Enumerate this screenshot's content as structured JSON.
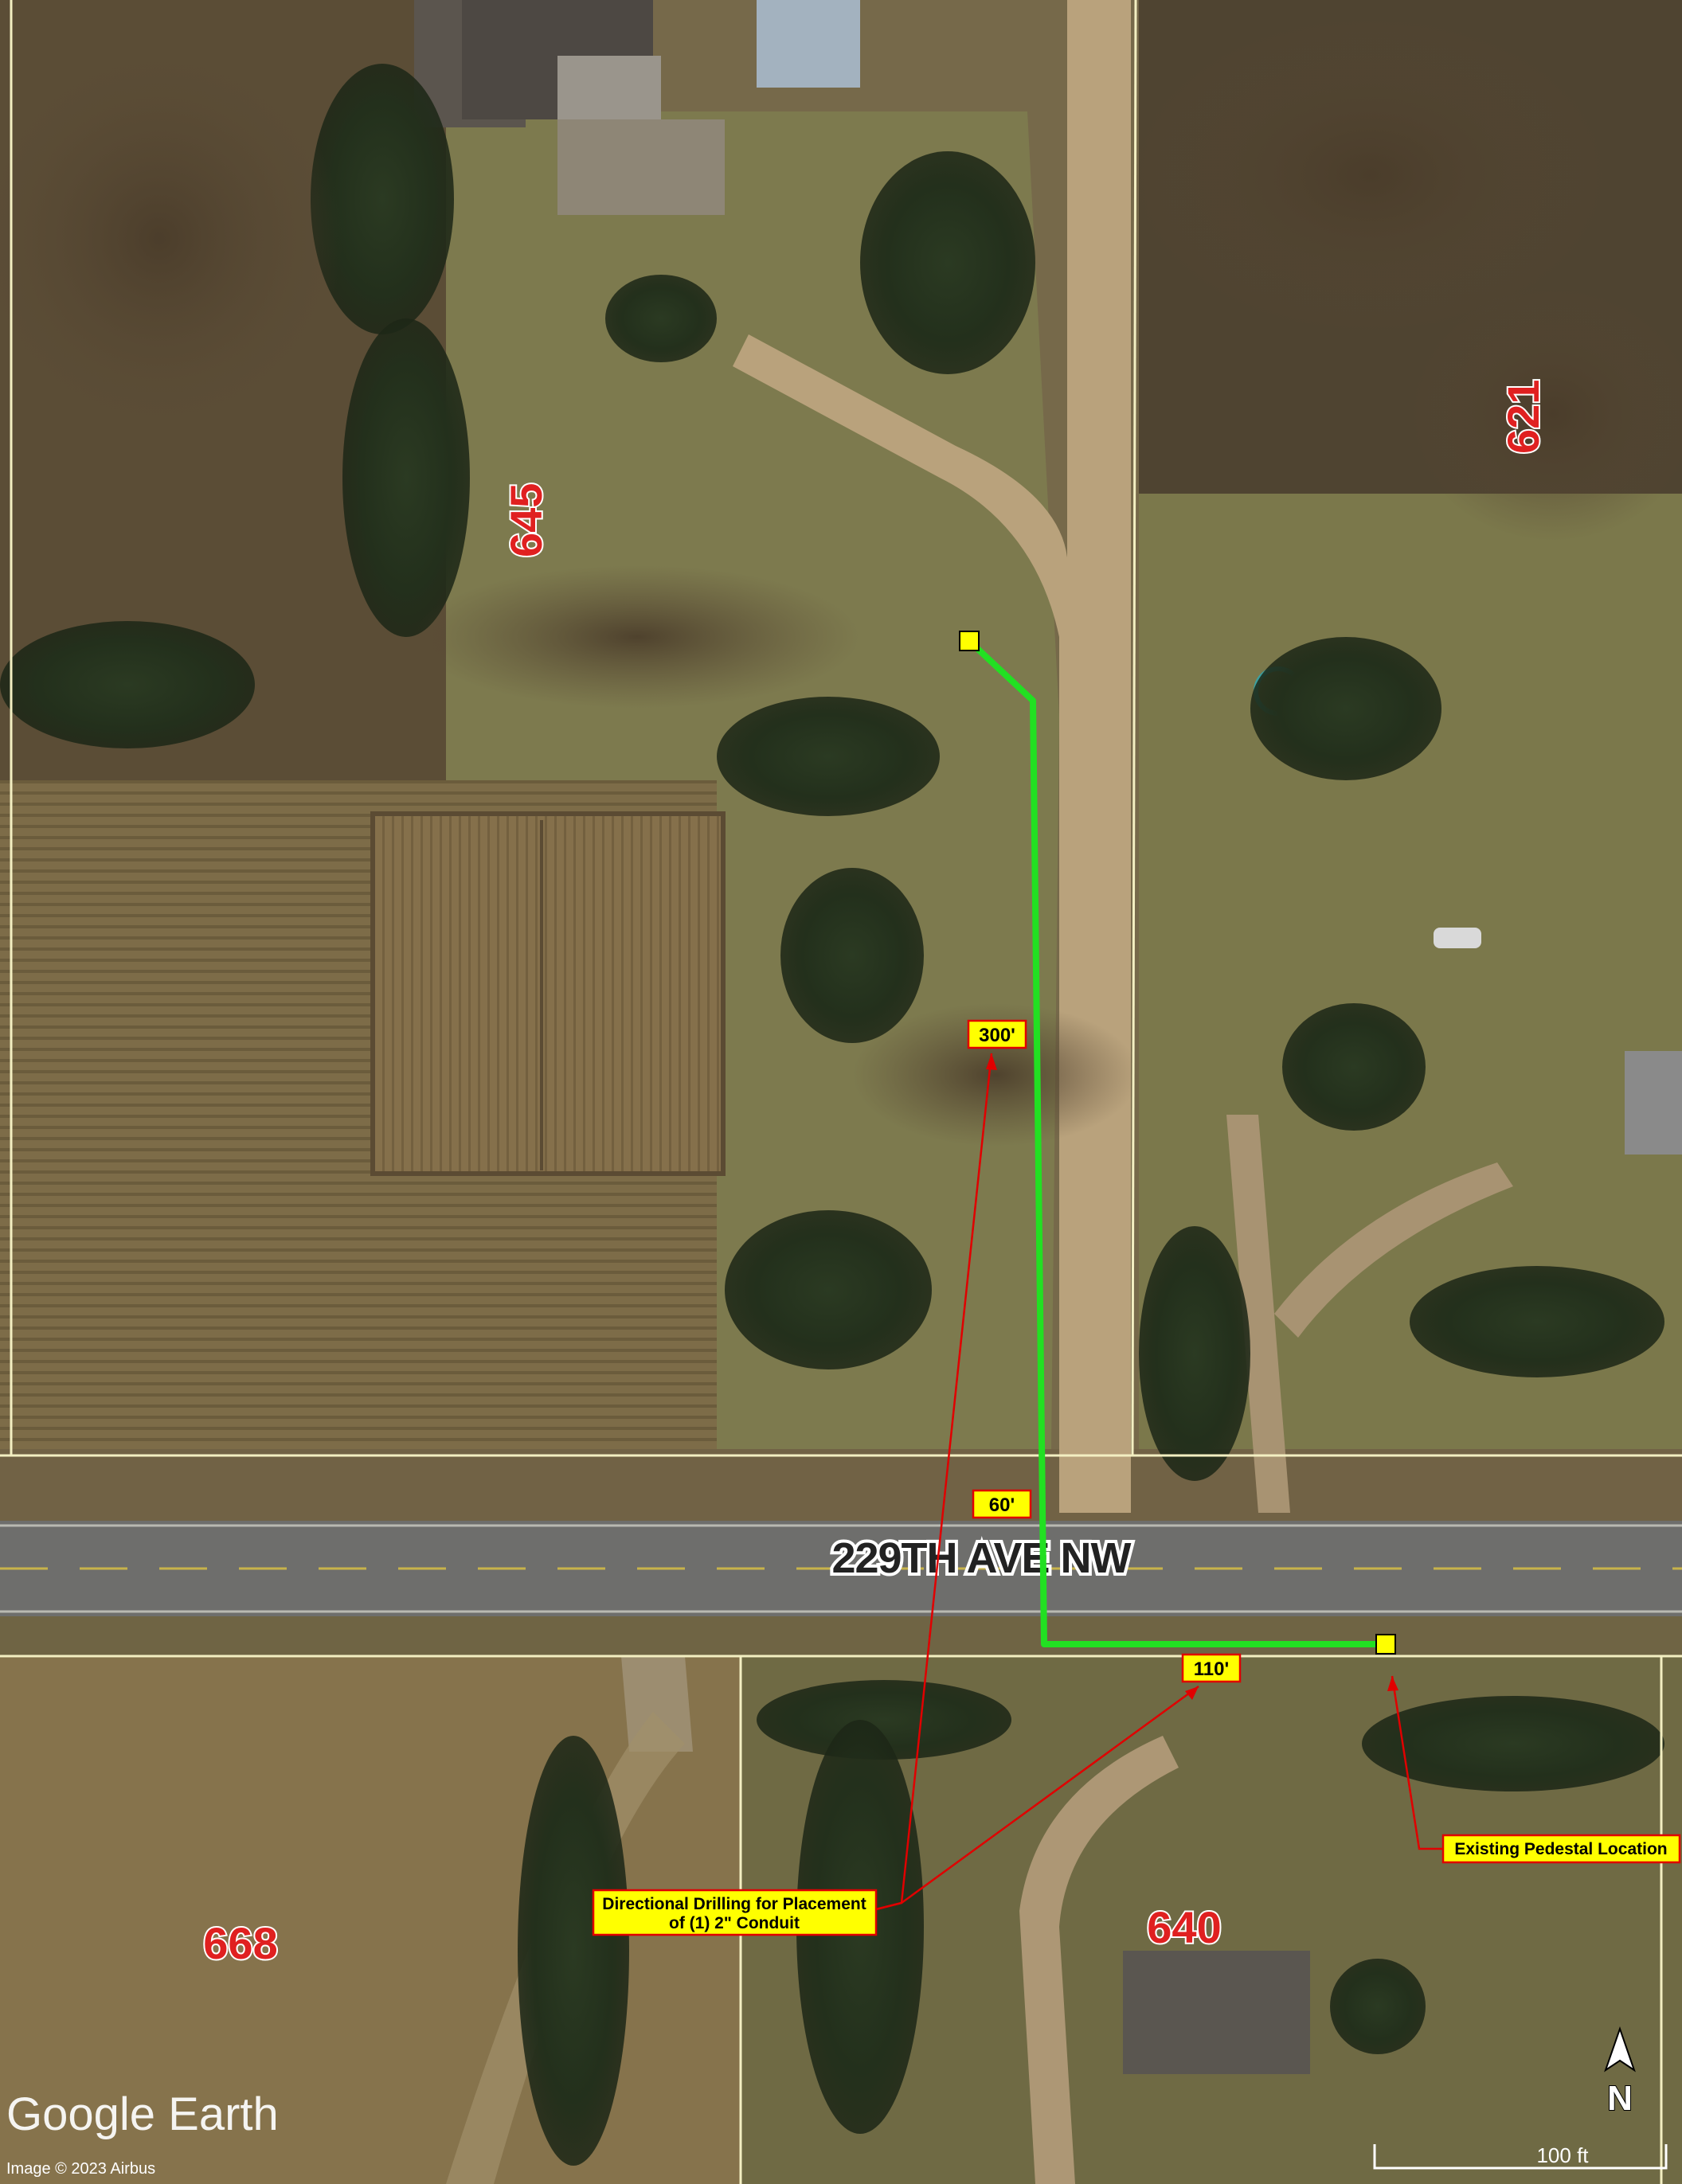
{
  "map": {
    "road_name": "229TH AVE NW",
    "parcels": [
      "645",
      "621",
      "668",
      "640"
    ],
    "route_lengths": [
      "300'",
      "60'",
      "110'"
    ],
    "callouts": {
      "drilling_line1": "Directional Drilling for Placement",
      "drilling_line2": "of (1) 2\" Conduit",
      "pedestal": "Existing Pedestal Location"
    },
    "branding": {
      "logo_text": "Google Earth",
      "copyright": "Image © 2023 Airbus"
    },
    "scale_bar": {
      "label": "100 ft"
    },
    "north_arrow": {
      "label": "N"
    }
  },
  "colors": {
    "route": "#22e022",
    "label_fill": "#ffff00",
    "label_border": "#e00000",
    "parcel_number": "#e02020",
    "parcel_lines": "#f3efc2",
    "leader_lines": "#e00000"
  }
}
